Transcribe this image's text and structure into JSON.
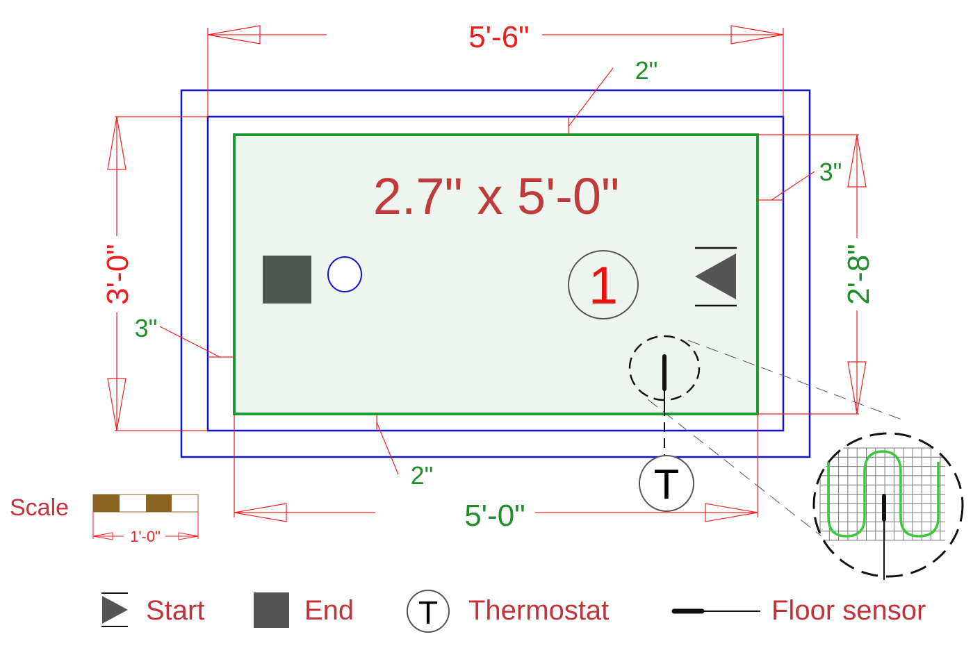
{
  "plan": {
    "mat_size_label": "2.7\" x 5'-0\"",
    "zone_number": "1",
    "colors": {
      "outer_wall": "#1010cc",
      "mat_outline": "#1a9a32",
      "mat_fill": "#eef5ef",
      "dimension_line": "#ee2222",
      "dimension_text_red": "#ee1c1c",
      "dimension_text_green": "#1f8e2a",
      "legend_text": "#c0333a",
      "symbol_dark": "#555555",
      "heating_cable": "#3cc83c",
      "scale_fill": "#8a6420"
    }
  },
  "dimensions": {
    "top_overall": "5'-6\"",
    "left_overall": "3'-0\"",
    "bottom_mat": "5'-0\"",
    "right_mat": "2'-8\"",
    "top_clearance": "2\"",
    "right_clearance": "3\"",
    "left_clearance": "3\"",
    "bottom_clearance": "2\""
  },
  "scale": {
    "label": "Scale",
    "length": "1'-0\""
  },
  "symbols": {
    "thermostat_letter": "T"
  },
  "legend": [
    {
      "icon": "start-icon",
      "label": "Start"
    },
    {
      "icon": "end-icon",
      "label": "End"
    },
    {
      "icon": "thermostat-icon",
      "label": "Thermostat",
      "letter": "T"
    },
    {
      "icon": "floor-sensor-icon",
      "label": "Floor sensor"
    }
  ]
}
